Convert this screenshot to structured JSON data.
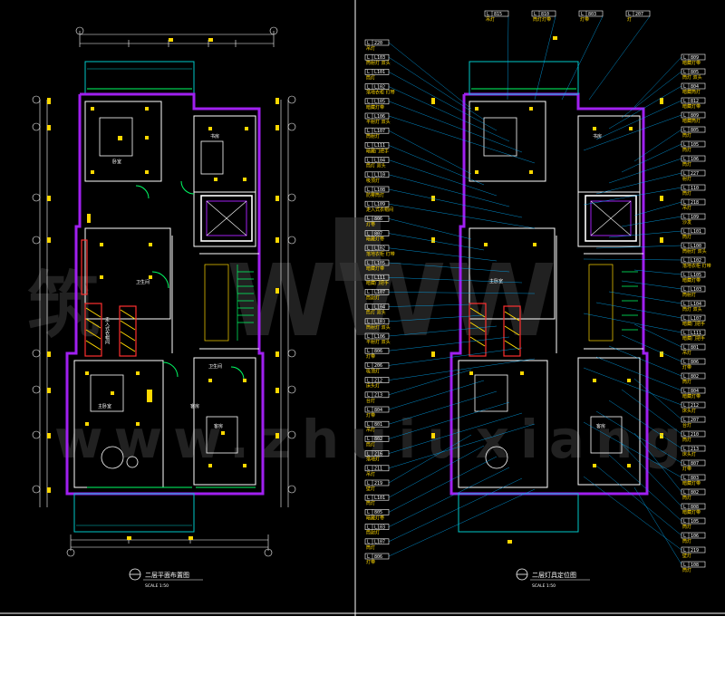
{
  "drawings": {
    "left": {
      "title": "二层平面布置图",
      "scale": "SCALE 1:50"
    },
    "right": {
      "title": "二层灯具定位图",
      "scale": "SCALE 1:50"
    }
  },
  "room_labels": {
    "left": [
      "书房",
      "卧室",
      "客房",
      "卫生间",
      "走入式衣帽间",
      "主卧室",
      "卫生间",
      "客房"
    ],
    "right": [
      "书房",
      "主卧室",
      "客房"
    ]
  },
  "callouts_top": [
    {
      "code": "815",
      "text": "吊灯"
    },
    {
      "code": "810",
      "text": "筒灯灯带"
    },
    {
      "code": "803",
      "text": "灯带"
    },
    {
      "code": "207",
      "text": "灯"
    }
  ],
  "callouts_left": [
    {
      "code": "220",
      "text": "吊灯"
    },
    {
      "code": "L103",
      "text": "筒射灯 双头"
    },
    {
      "code": "L101",
      "text": "筒灯"
    },
    {
      "code": "L102",
      "text": "落地衣柜 灯带"
    },
    {
      "code": "L105",
      "text": "暗藏灯带"
    },
    {
      "code": "L106",
      "text": "平射灯 双头"
    },
    {
      "code": "L107",
      "text": "筒射灯"
    },
    {
      "code": "L111",
      "text": "暗藏门把手"
    },
    {
      "code": "L104",
      "text": "筒灯 双头"
    },
    {
      "code": "L110",
      "text": "吸顶灯"
    },
    {
      "code": "L108",
      "text": "防雾筒灯"
    },
    {
      "code": "L109",
      "text": "走入式衣帽间"
    },
    {
      "code": "806",
      "text": "灯带"
    },
    {
      "code": "807",
      "text": "暗藏灯带"
    },
    {
      "code": "L102",
      "text": "落地衣柜 灯带"
    },
    {
      "code": "L105",
      "text": "暗藏灯带"
    },
    {
      "code": "L111",
      "text": "暗藏门把手"
    },
    {
      "code": "L107",
      "text": "筒射灯"
    },
    {
      "code": "L104",
      "text": "筒灯 双头"
    },
    {
      "code": "L103",
      "text": "筒射灯 双头"
    },
    {
      "code": "L106",
      "text": "平射灯 双头"
    },
    {
      "code": "806",
      "text": "灯带"
    },
    {
      "code": "206",
      "text": "吸顶灯"
    },
    {
      "code": "212",
      "text": "床头灯"
    },
    {
      "code": "213",
      "text": "台灯"
    },
    {
      "code": "804",
      "text": "灯带"
    },
    {
      "code": "801",
      "text": "吊灯"
    },
    {
      "code": "802",
      "text": "筒灯"
    },
    {
      "code": "216",
      "text": "落地灯"
    },
    {
      "code": "211",
      "text": "吊灯"
    },
    {
      "code": "219",
      "text": "壁灯"
    },
    {
      "code": "L101",
      "text": "筒灯"
    },
    {
      "code": "805",
      "text": "暗藏灯带"
    },
    {
      "code": "L103",
      "text": "筒射灯"
    },
    {
      "code": "L107",
      "text": "筒灯"
    },
    {
      "code": "806",
      "text": "灯带"
    }
  ],
  "callouts_right": [
    {
      "code": "809",
      "text": "暗藏灯带"
    },
    {
      "code": "805",
      "text": "筒灯 双头"
    },
    {
      "code": "804",
      "text": "暗藏筒灯"
    },
    {
      "code": "812",
      "text": "暗藏灯带"
    },
    {
      "code": "809",
      "text": "暗藏筒灯"
    },
    {
      "code": "805",
      "text": "筒灯"
    },
    {
      "code": "105",
      "text": "筒灯"
    },
    {
      "code": "106",
      "text": "筒灯"
    },
    {
      "code": "227",
      "text": "射灯"
    },
    {
      "code": "110",
      "text": "筒灯"
    },
    {
      "code": "218",
      "text": "吊灯"
    },
    {
      "code": "109",
      "text": "沙发"
    },
    {
      "code": "L101",
      "text": "筒灯"
    },
    {
      "code": "L100",
      "text": "筒射灯 双头"
    },
    {
      "code": "L102",
      "text": "落地衣柜 灯带"
    },
    {
      "code": "L105",
      "text": "暗藏灯带"
    },
    {
      "code": "L103",
      "text": "筒射灯"
    },
    {
      "code": "L104",
      "text": "筒灯 双头"
    },
    {
      "code": "L107",
      "text": "暗藏门把手"
    },
    {
      "code": "L111",
      "text": "暗藏门把手"
    },
    {
      "code": "801",
      "text": "吊灯"
    },
    {
      "code": "806",
      "text": "灯带"
    },
    {
      "code": "802",
      "text": "筒灯"
    },
    {
      "code": "804",
      "text": "暗藏灯带"
    },
    {
      "code": "212",
      "text": "床头灯"
    },
    {
      "code": "207",
      "text": "台灯"
    },
    {
      "code": "210",
      "text": "筒灯"
    },
    {
      "code": "213",
      "text": "床头灯"
    },
    {
      "code": "807",
      "text": "灯带"
    },
    {
      "code": "803",
      "text": "暗藏灯带"
    },
    {
      "code": "802",
      "text": "筒灯"
    },
    {
      "code": "808",
      "text": "暗藏灯带"
    },
    {
      "code": "105",
      "text": "筒灯"
    },
    {
      "code": "106",
      "text": "筒灯"
    },
    {
      "code": "219",
      "text": "壁灯"
    },
    {
      "code": "108",
      "text": "筒灯"
    }
  ],
  "colors": {
    "background": "#000000",
    "outer_wall": "#a020f0",
    "fixture": "#ffd800",
    "line": "#ffffff",
    "door": "#00ff66",
    "window": "#00c8c8",
    "cabinet": "#ff3030",
    "leader": "#00b0ff"
  }
}
